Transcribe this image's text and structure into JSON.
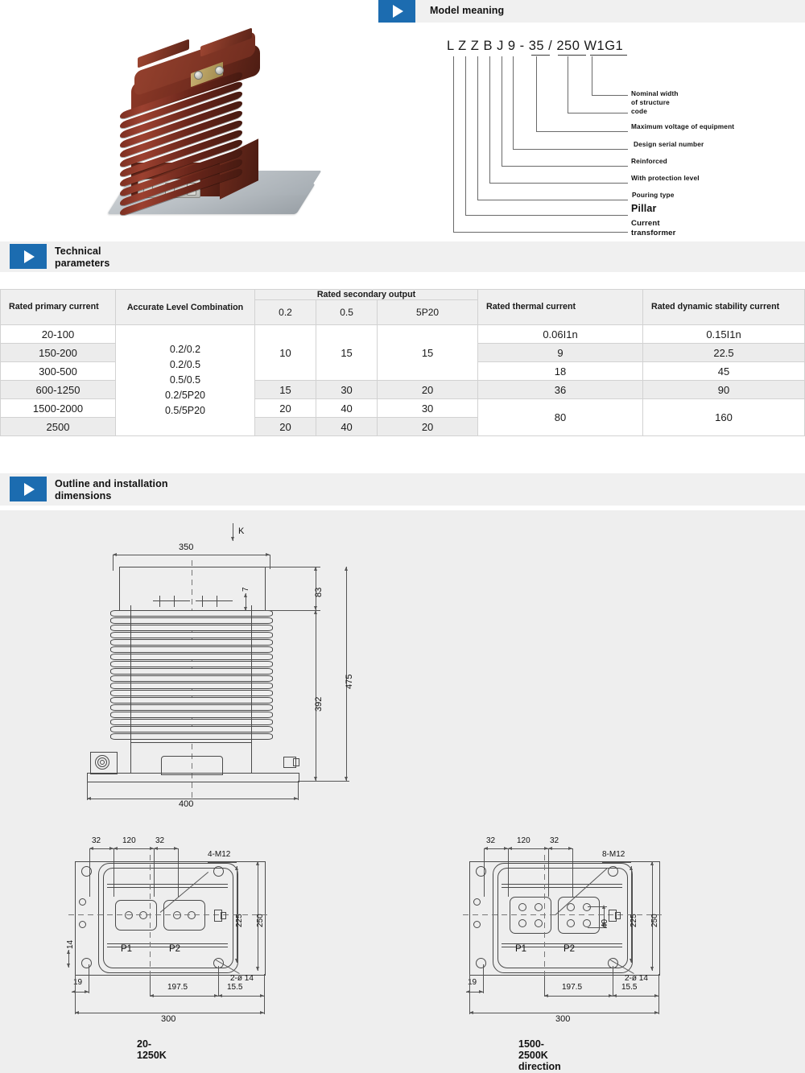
{
  "sections": [
    {
      "id": "model",
      "title": "Model meaning",
      "icon": "play-triangle-icon"
    },
    {
      "id": "tech",
      "title_line1": "Technical",
      "title_line2": "parameters",
      "icon": "play-triangle-icon"
    },
    {
      "id": "outline",
      "title_line1": "Outline and installation",
      "title_line2": "dimensions",
      "icon": "play-triangle-icon"
    }
  ],
  "colors": {
    "accent": "#1c6cb0",
    "band": "#f0f0f0",
    "panel": "#eeeeee",
    "stripe": "#ececec",
    "line": "#4a4a4a"
  },
  "photo": {
    "alt": "LZZBJ9-35 cast resin pillar current transformer",
    "body_color": "#6b2a1c",
    "base_color": "#b9bfc4"
  },
  "model": {
    "code_parts": [
      "L",
      "Z",
      "Z",
      "B",
      "J",
      "9",
      "-",
      "35",
      "/",
      "250",
      "W1G1"
    ],
    "code_string": "L Z Z B J 9 - 35 / 250 W1G1",
    "callouts": [
      {
        "index": 0,
        "label": "Nominal width of structure code",
        "lines": [
          "Nominal width",
          "of structure",
          "code"
        ],
        "style": "normal"
      },
      {
        "index": 1,
        "label": "Maximum voltage of equipment",
        "lines": [
          "Maximum voltage of equipment"
        ],
        "style": "normal"
      },
      {
        "index": 2,
        "label": "Design serial number",
        "lines": [
          "Design serial number"
        ],
        "style": "normal"
      },
      {
        "index": 3,
        "label": "Reinforced",
        "lines": [
          "Reinforced"
        ],
        "style": "normal"
      },
      {
        "index": 4,
        "label": "With protection level",
        "lines": [
          "With protection level"
        ],
        "style": "normal"
      },
      {
        "index": 5,
        "label": "Pouring type",
        "lines": [
          "Pouring type"
        ],
        "style": "normal"
      },
      {
        "index": 6,
        "label": "Pillar",
        "lines": [
          "Pillar"
        ],
        "style": "big"
      },
      {
        "index": 7,
        "label": "Current transformer",
        "lines": [
          "Current",
          "transformer"
        ],
        "style": "med"
      }
    ]
  },
  "table": {
    "headers": {
      "rated_primary_current": "Rated primary current",
      "accurate_level_combination": "Accurate Level Combination",
      "rated_secondary_output": "Rated secondary output",
      "rated_thermal_current": "Rated thermal current",
      "rated_dynamic_stability_current": "Rated dynamic stability current"
    },
    "sub_headers": [
      "0.2",
      "0.5",
      "5P20"
    ],
    "accurate_level_combination_values": [
      "0.2/0.2",
      "0.2/0.5",
      "0.5/0.5",
      "0.2/5P20",
      "0.5/5P20"
    ],
    "rows": [
      {
        "primary": "20-100",
        "o02": "10",
        "o05": "15",
        "o5p20": "15",
        "thermal": "0.06I1n",
        "dynamic": "0.15I1n"
      },
      {
        "primary": "150-200",
        "o02": "10",
        "o05": "15",
        "o5p20": "15",
        "thermal": "9",
        "dynamic": "22.5"
      },
      {
        "primary": "300-500",
        "o02": "10",
        "o05": "15",
        "o5p20": "15",
        "thermal": "18",
        "dynamic": "45"
      },
      {
        "primary": "600-1250",
        "o02": "15",
        "o05": "30",
        "o5p20": "20",
        "thermal": "36",
        "dynamic": "90"
      },
      {
        "primary": "1500-2000",
        "o02": "20",
        "o05": "40",
        "o5p20": "30",
        "thermal": "80",
        "dynamic": "160"
      },
      {
        "primary": "2500",
        "o02": "20",
        "o05": "40",
        "o5p20": "20",
        "thermal": "80",
        "dynamic": "160"
      }
    ],
    "merges": {
      "output_rows_1_3": true,
      "thermal_rows_5_6": true,
      "dynamic_rows_5_6": true
    }
  },
  "drawing": {
    "side_view": {
      "view_arrow_label": "K",
      "dims": {
        "top_width": "350",
        "base_width": "400",
        "cap_height": "83",
        "small": "7",
        "body_height": "392",
        "total_height": "475"
      }
    },
    "plan_left": {
      "caption": "20-1250K",
      "terminal_labels": [
        "P1",
        "P2"
      ],
      "dims": {
        "d32_left": "32",
        "d120": "120",
        "d32_right": "32",
        "bolt_note": "4-M12",
        "hole_note": "2-ø 14",
        "h225": "225",
        "h250": "250",
        "v14": "14",
        "v19": "19",
        "d197_5": "197.5",
        "d15_5": "15.5",
        "d300": "300"
      }
    },
    "plan_right": {
      "caption": "1500-2500K direction",
      "terminal_labels": [
        "P1",
        "P2"
      ],
      "dims": {
        "d32_left": "32",
        "d120": "120",
        "d32_right": "32",
        "bolt_note": "8-M12",
        "hole_note": "2-ø 14",
        "d40": "40",
        "h225": "225",
        "h250": "250",
        "v19": "19",
        "d197_5": "197.5",
        "d15_5": "15.5",
        "d300": "300"
      }
    }
  }
}
